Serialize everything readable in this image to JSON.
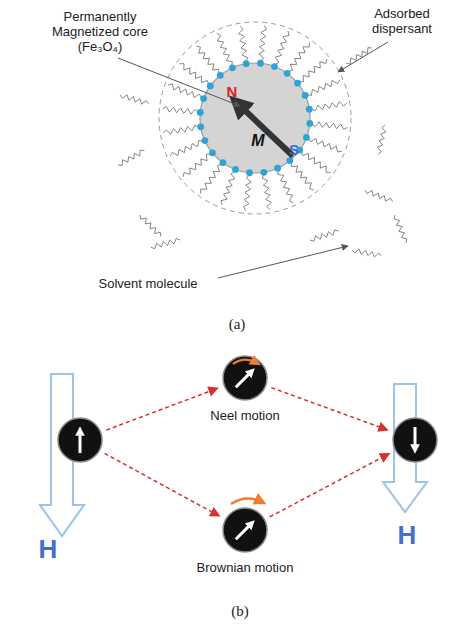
{
  "diagram": {
    "nodes": [
      {
        "text": []
      },
      {
        "text": [
          "Neel motion"
        ]
      },
      {
        "text": [
          "Brownian motion"
        ]
      },
      {
        "text": []
      }
    ],
    "edges": [
      {
        "from": 0,
        "to": 1,
        "arrow": "to"
      },
      {
        "from": 1,
        "to": 3,
        "arrow": "to"
      },
      {
        "from": 0,
        "to": 2,
        "arrow": "to"
      },
      {
        "from": 2,
        "to": 3,
        "arrow": "to"
      }
    ],
    "labels": [
      "Permanently Magnetized core (Fe₃O₄)",
      "Adsorbed dispersant",
      "N",
      "M",
      "S",
      "Solvent molecule",
      "(a)",
      "H",
      "H",
      "(b)"
    ]
  }
}
